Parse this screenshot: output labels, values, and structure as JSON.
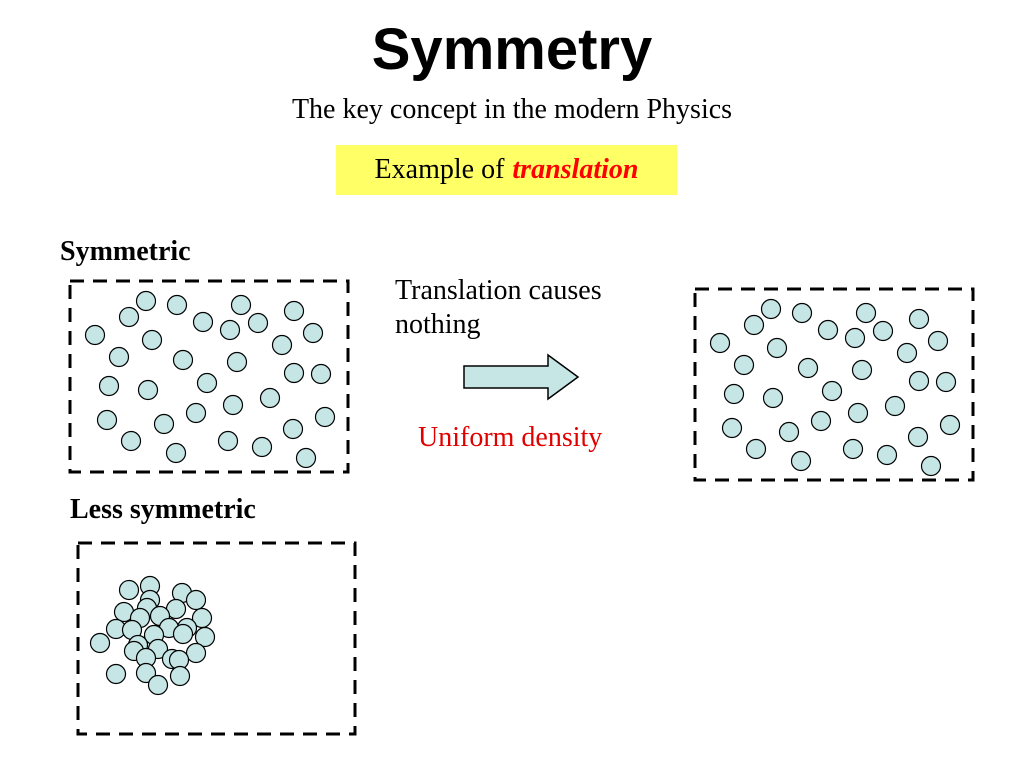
{
  "title": "Symmetry",
  "subtitle": "The key concept in the modern Physics",
  "example": {
    "prefix": "Example of",
    "highlight": "translation"
  },
  "labels": {
    "symmetric": "Symmetric",
    "less_symmetric": "Less symmetric"
  },
  "translation_note": {
    "line1": "Translation causes",
    "line2": "nothing"
  },
  "density_note": "Uniform density",
  "colors": {
    "particle_fill": "#c6e6e6",
    "arrow_fill": "#c6e6e6",
    "highlight_bg": "#ffff66",
    "accent_red": "#ff0000"
  }
}
